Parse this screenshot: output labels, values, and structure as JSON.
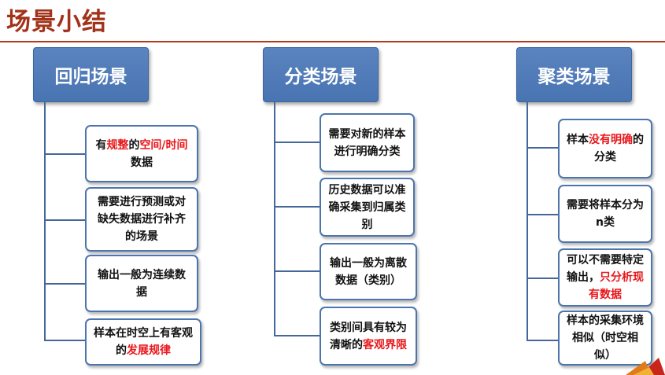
{
  "page": {
    "title": "场景小结"
  },
  "columns": [
    {
      "heading": "回归场景",
      "items": [
        {
          "segments": [
            {
              "t": "有",
              "h": false
            },
            {
              "t": "规整",
              "h": true
            },
            {
              "t": "的",
              "h": false
            },
            {
              "t": "空间/时间",
              "h": true
            },
            {
              "t": "数据",
              "h": false
            }
          ]
        },
        {
          "segments": [
            {
              "t": "需要进行预测或对缺失数据进行补齐的场景",
              "h": false
            }
          ]
        },
        {
          "segments": [
            {
              "t": "输出一般为连续数据",
              "h": false
            }
          ]
        },
        {
          "segments": [
            {
              "t": "样本在时空上有客观的",
              "h": false
            },
            {
              "t": "发展规律",
              "h": true
            }
          ]
        }
      ]
    },
    {
      "heading": "分类场景",
      "items": [
        {
          "segments": [
            {
              "t": "需要对新的样本进行明确分类",
              "h": false
            }
          ]
        },
        {
          "segments": [
            {
              "t": "历史数据可以准确采集到归属类别",
              "h": false
            }
          ]
        },
        {
          "segments": [
            {
              "t": "输出一般为离散数据（类别）",
              "h": false
            }
          ]
        },
        {
          "segments": [
            {
              "t": "类别间具有较为清晰的",
              "h": false
            },
            {
              "t": "客观界限",
              "h": true
            }
          ]
        }
      ]
    },
    {
      "heading": "聚类场景",
      "items": [
        {
          "segments": [
            {
              "t": "样本",
              "h": false
            },
            {
              "t": "没有明确",
              "h": true
            },
            {
              "t": "的分类",
              "h": false
            }
          ]
        },
        {
          "segments": [
            {
              "t": "需要将样本分为n类",
              "h": false
            }
          ]
        },
        {
          "segments": [
            {
              "t": "可以不需要特定输出，",
              "h": false
            },
            {
              "t": "只分析现有数据",
              "h": true
            }
          ]
        },
        {
          "segments": [
            {
              "t": "样本的采集环境相似（时空相似）",
              "h": false
            }
          ]
        }
      ]
    }
  ],
  "colors": {
    "title": "#a3321a",
    "heading_fill": "#4f7bba",
    "connector": "#45679a",
    "highlight": "#e8171b"
  }
}
